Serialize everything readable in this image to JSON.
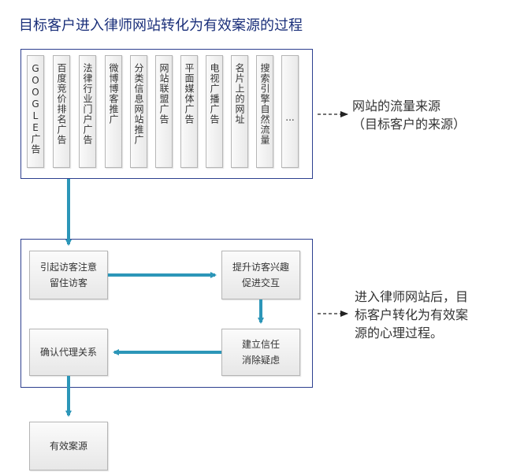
{
  "title": "目标客户进入律师网站转化为有效案源的过程",
  "sources": [
    "GOOGLE广告",
    "百度竞价排名广告",
    "法律行业门户广告",
    "微博博客推广",
    "分类信息网站推广",
    "网站联盟广告",
    "平面媒体广告",
    "电视广播广告",
    "名片上的网址",
    "搜索引擎自然流量",
    "..."
  ],
  "sources_label": "网站的流量来源\n（目标客户的来源）",
  "steps": {
    "attract": "引起访客注意\n留住访客",
    "engage": "提升访客兴趣\n促进交互",
    "trust": "建立信任\n消除疑虑",
    "confirm": "确认代理关系",
    "result": "有效案源"
  },
  "process_label": "进入律师网站后，目\n标客户转化为有效案\n源的心理过程。",
  "colors": {
    "arrow": "#2c96b8",
    "frame_border": "#2d3f8f",
    "title": "#1a2f7a"
  }
}
